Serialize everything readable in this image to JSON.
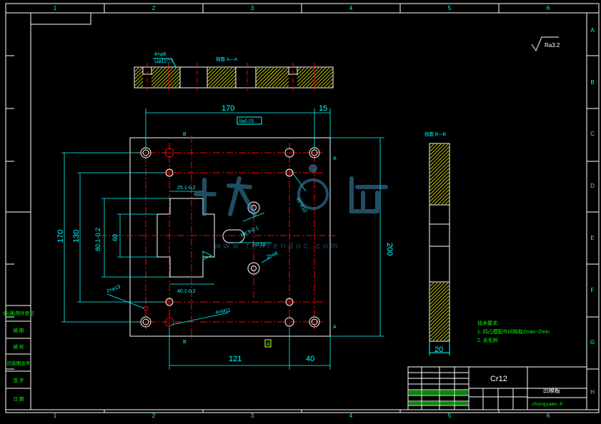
{
  "colors": {
    "background": "#000000",
    "frame": "#ffffff",
    "dimension": "#00ffff",
    "centerline": "#ff0000",
    "part": "#ffffff",
    "hatch": "#ffff00",
    "note": "#00ff00",
    "hole": "#ff0000",
    "watermark": "#3a8fb7"
  },
  "border": {
    "columns": [
      "1",
      "2",
      "3",
      "4",
      "5",
      "6"
    ],
    "rows": [
      "A",
      "B",
      "C",
      "D",
      "E",
      "F",
      "G",
      "H"
    ]
  },
  "roughness": "Ra3.2",
  "top_view": {
    "hole_note": "4×⌀8",
    "depth_note": "⊔⌀11▽7",
    "section_label": "剖面 A—A"
  },
  "main_view": {
    "dims": {
      "w170": "170",
      "w15": "15",
      "flatness": "//⌀0.01",
      "h170": "170",
      "h130": "130",
      "h80": "80.1-0.2",
      "h60": "60",
      "h200": "200",
      "d25": "25.1-0.2",
      "d40": "40.1-0.2",
      "r4": "R4.9-0.1",
      "slot": "7-0.18",
      "d2x8": "2×⌀8",
      "d2x13": "2×⌀13",
      "d4xm11": "4×M11",
      "d121": "121",
      "d40b": "40",
      "d45": "45°R10",
      "sec_b": "B",
      "sec_a": "A",
      "datum": "A"
    }
  },
  "section_b": {
    "label": "剖面 B—B",
    "width": "20"
  },
  "notes": {
    "title": "技术要求:",
    "line1": "1. 四凸模配作间隙取Zmax~Zmin",
    "line2": "2. 去毛刺"
  },
  "left_stamp": [
    "借(通)用件登记",
    "描 图",
    "描 校",
    "旧底图总号",
    "签 字",
    "日 期"
  ],
  "title_block": {
    "material": "Cr12",
    "part_name": "凹模板",
    "drawing_no": "chongyamo-9"
  },
  "watermark": {
    "text": "人人文库",
    "url": "www.renrendoc.com"
  }
}
